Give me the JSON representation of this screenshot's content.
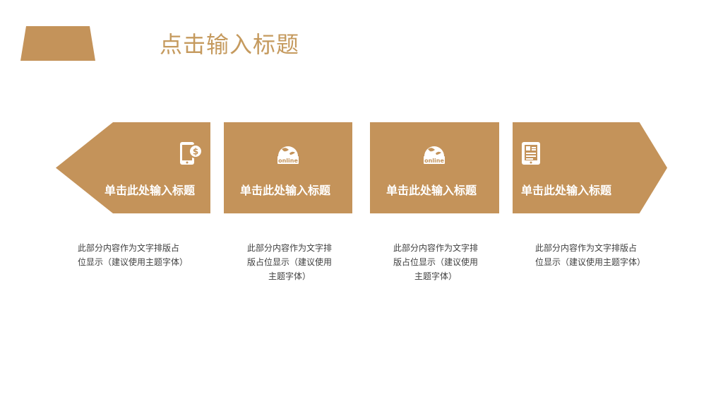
{
  "colors": {
    "accent": "#c4935a",
    "title": "#c59a5e",
    "text": "#404040"
  },
  "header": {
    "title": "点击输入标题"
  },
  "steps": [
    {
      "label": "单击此处输入标题",
      "icon": "phone-dollar-icon",
      "desc_lines": [
        "此部分内容作为文字排版占",
        "位显示（建议使用主题字体）"
      ]
    },
    {
      "label": "单击此处输入标题",
      "icon": "online-globe-icon",
      "icon_text": "online",
      "desc_lines": [
        "此部分内容作为文字排",
        "版占位显示（建议使用",
        "主题字体）"
      ]
    },
    {
      "label": "单击此处输入标题",
      "icon": "online-globe-icon",
      "icon_text": "online",
      "desc_lines": [
        "此部分内容作为文字排",
        "版占位显示（建议使用",
        "主题字体）"
      ]
    },
    {
      "label": "单击此处输入标题",
      "icon": "tablet-document-icon",
      "desc_lines": [
        "此部分内容作为文字排版占",
        "位显示（建议使用主题字体）"
      ]
    }
  ]
}
